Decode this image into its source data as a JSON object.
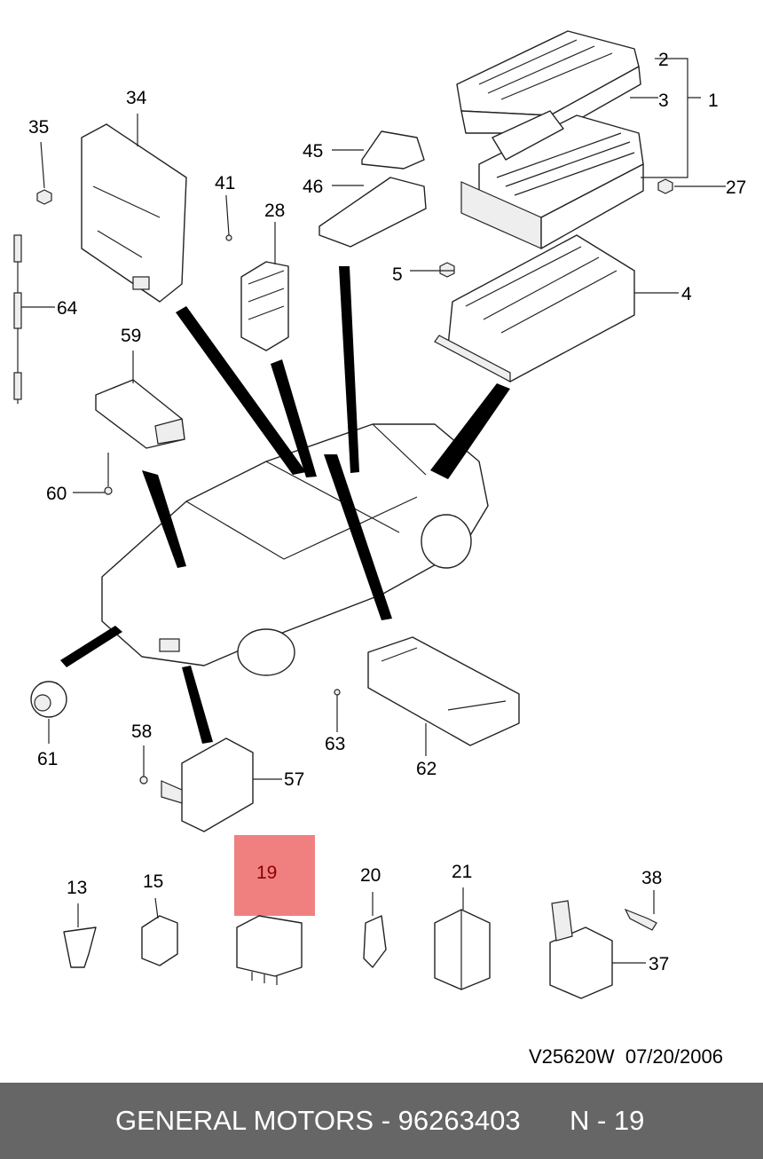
{
  "callouts": {
    "c1": "1",
    "c2": "2",
    "c3": "3",
    "c4": "4",
    "c5": "5",
    "c13": "13",
    "c15": "15",
    "c19": "19",
    "c20": "20",
    "c21": "21",
    "c27": "27",
    "c28": "28",
    "c34": "34",
    "c35": "35",
    "c37": "37",
    "c38": "38",
    "c41": "41",
    "c45": "45",
    "c46": "46",
    "c57": "57",
    "c58": "58",
    "c59": "59",
    "c60": "60",
    "c61": "61",
    "c62": "62",
    "c63": "63",
    "c64": "64"
  },
  "highlight": {
    "part": "19",
    "color": "#f08080"
  },
  "drawing_code": "V25620W  07/20/2006",
  "footer": {
    "text": "GENERAL MOTORS - 96263403",
    "ref": "N - 19",
    "background": "#666666"
  }
}
